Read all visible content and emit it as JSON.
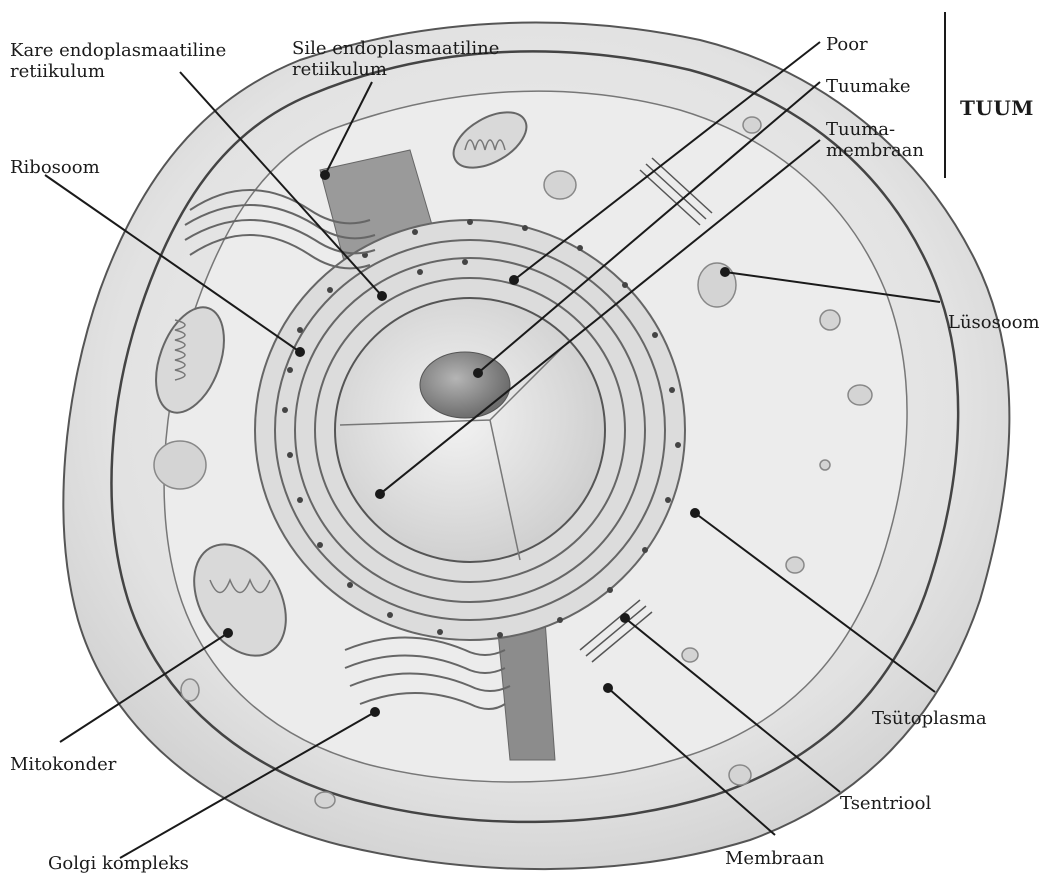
{
  "diagram": {
    "nucleus_group_label": "TUUM",
    "labels": {
      "rough_er_line1": "Kare endoplasmaatiline",
      "rough_er_line2": "retiikulum",
      "smooth_er_line1": "Sile endoplasmaatiline",
      "smooth_er_line2": "retiikulum",
      "ribosome": "Ribosoom",
      "pore": "Poor",
      "nucleolus": "Tuumake",
      "nuclear_membrane_line1": "Tuuma-",
      "nuclear_membrane_line2": "membraan",
      "lysosome": "Lüsosoom",
      "cytoplasm": "Tsütoplasma",
      "centriole": "Tsentriool",
      "membrane": "Membraan",
      "golgi": "Golgi kompleks",
      "mitochondrion": "Mitokonder"
    },
    "colors": {
      "line": "#1a1a1a",
      "cell_fill": "#e4e4e4",
      "cytoplasm_fill": "#ececec",
      "nucleus_fill": "#d6d6d6",
      "nucleolus_fill": "#8a8a8a"
    }
  }
}
